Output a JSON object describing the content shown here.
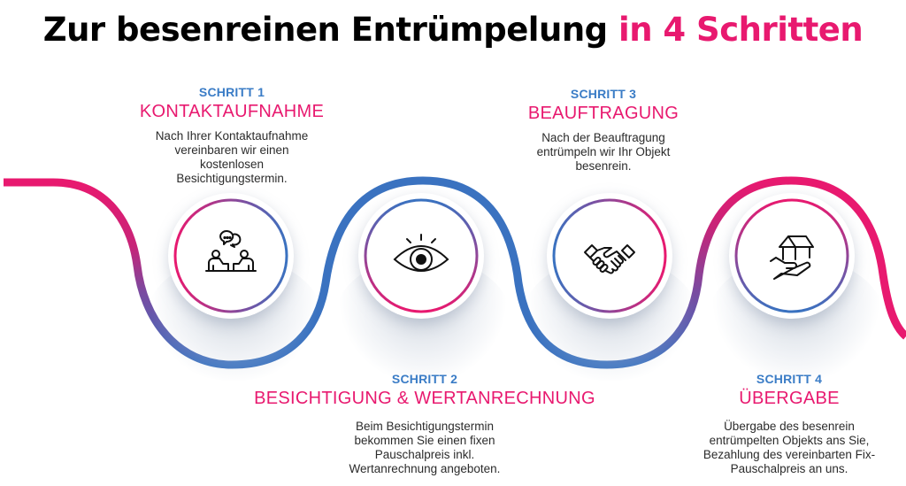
{
  "title": {
    "main": "Zur besenreinen Entrümpelung ",
    "accent": "in 4 Schritten"
  },
  "colors": {
    "pink": "#e8196f",
    "blue": "#3a7cc6",
    "text": "#2b2b2b"
  },
  "steps": [
    {
      "number": "SCHRITT 1",
      "heading": "KONTAKTAUFNAHME",
      "icon": "conversation-meeting-icon",
      "description": [
        "Nach Ihrer Kontaktaufnahme",
        "vereinbaren wir einen",
        "kostenlosen",
        "Besichtigungstermin."
      ]
    },
    {
      "number": "SCHRITT 2",
      "heading": "BESICHTIGUNG & WERTANRECHNUNG",
      "icon": "eye-icon",
      "description": [
        "Beim Besichtigungstermin",
        "bekommen Sie einen fixen",
        "Pauschalpreis inkl.",
        "Wertanrechnung angeboten."
      ]
    },
    {
      "number": "SCHRITT 3",
      "heading": "BEAUFTRAGUNG",
      "icon": "handshake-icon",
      "description": [
        "Nach der Beauftragung",
        "entrümpeln wir Ihr Objekt",
        "besenrein."
      ]
    },
    {
      "number": "SCHRITT 4",
      "heading": "ÜBERGABE",
      "icon": "house-in-hand-icon",
      "description": [
        "Übergabe des besenrein",
        "entrümpelten Objekts ans Sie,",
        "Bezahlung des vereinbarten Fix-",
        "Pauschalpreis an uns."
      ]
    }
  ]
}
